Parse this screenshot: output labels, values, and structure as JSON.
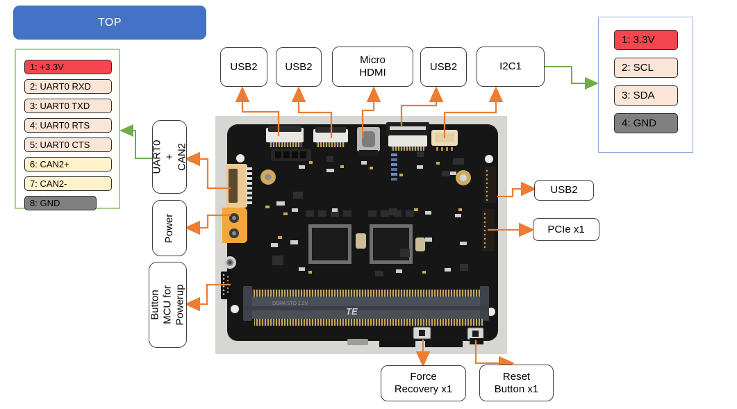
{
  "top_banner": {
    "label": "TOP"
  },
  "left_pinout": {
    "pins": [
      {
        "label": "1: +3.3V",
        "color": "#F4464E"
      },
      {
        "label": "2: UART0 RXD",
        "color": "#FBE5D6"
      },
      {
        "label": "3: UART0 TXD",
        "color": "#FBE5D6"
      },
      {
        "label": "4: UART0 RTS",
        "color": "#FBE5D6"
      },
      {
        "label": "5: UART0 CTS",
        "color": "#FBE5D6"
      },
      {
        "label": "6: CAN2+",
        "color": "#FFF2CC"
      },
      {
        "label": "7: CAN2-",
        "color": "#FFF2CC"
      },
      {
        "label": "8: GND",
        "color": "#808080"
      }
    ]
  },
  "right_pinout": {
    "pins": [
      {
        "label": "1: 3.3V",
        "color": "#F4464E"
      },
      {
        "label": "2: SCL",
        "color": "#FBE5D6"
      },
      {
        "label": "3: SDA",
        "color": "#FBE5D6"
      },
      {
        "label": "4: GND",
        "color": "#808080"
      }
    ]
  },
  "callouts": {
    "top": [
      {
        "label": "USB2"
      },
      {
        "label": "USB2"
      },
      {
        "label": "Micro HDMI"
      },
      {
        "label": "USB2"
      },
      {
        "label": "I2C1"
      }
    ],
    "left": [
      {
        "label": "UART0 + CAN2"
      },
      {
        "label": "Power"
      },
      {
        "label": "Button MCU for Powerup"
      }
    ],
    "right": [
      {
        "label": "USB2"
      },
      {
        "label": "PCIe x1"
      }
    ],
    "bottom": [
      {
        "label": "Force Recovery x1"
      },
      {
        "label": "Reset Button x1"
      }
    ]
  },
  "board": {
    "sodimm_brand": "TE",
    "sodimm_marking": "DDR4  STD  1.2V"
  },
  "colors": {
    "banner_blue": "#4472C4",
    "arrow_orange": "#ED7D31",
    "arrow_green": "#70AD47",
    "pin_red": "#F4464E",
    "pin_pink": "#FBE5D6",
    "pin_yellow": "#FFF2CC",
    "pin_gray": "#808080",
    "left_table_border": "#A9D18E",
    "right_table_border": "#8EAADB",
    "callout_border": "#3f3f3f"
  }
}
